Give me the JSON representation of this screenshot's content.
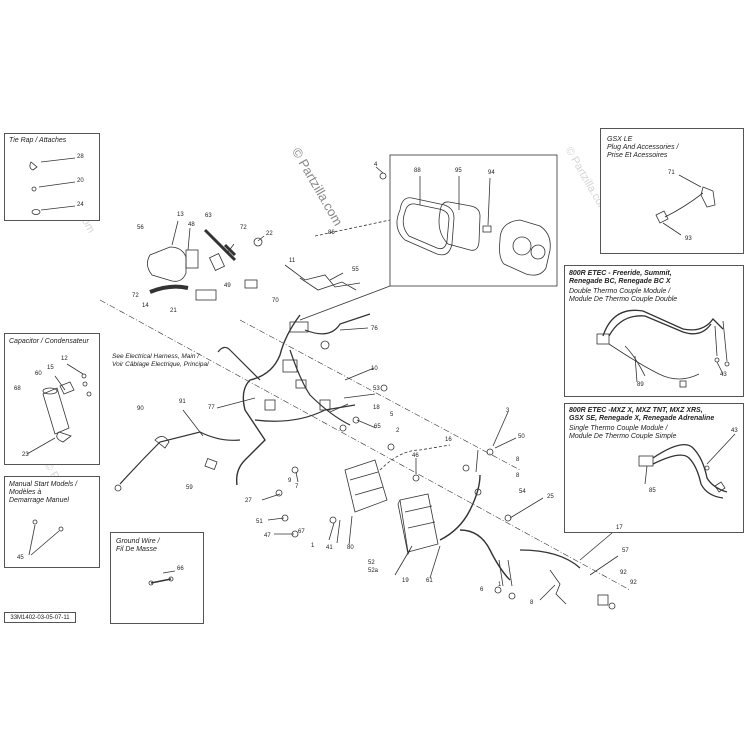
{
  "watermark": {
    "main": "© Partzilla.com",
    "faint": "© Partzilla.com"
  },
  "footer_code": "33M1402-03-05-07-11",
  "boxes": {
    "tie_rap": {
      "title": "Tie Rap / Attaches",
      "labels": [
        "28",
        "20",
        "24"
      ]
    },
    "capacitor": {
      "title": "Capacitor / Condensateur",
      "labels": [
        "12",
        "15",
        "60",
        "68",
        "23"
      ]
    },
    "manual_start": {
      "title": "Manual Start Models /\nModèles à\nDemarrage Manuel",
      "labels": [
        "45"
      ]
    },
    "ground_wire": {
      "title": "Ground Wire /\nFil De Masse",
      "labels": [
        "66"
      ]
    },
    "gsx_le": {
      "title": "GSX LE\nPlug And Accessories /\nPrise Et Acessoires",
      "labels": [
        "71",
        "93"
      ]
    },
    "etec_double": {
      "title": "800R ETEC - Freeride, Summit,\nRenegade BC, Renegade BC X",
      "subtitle": "Double Thermo Couple Module /\nModule De Thermo Couple Double",
      "labels": [
        "89",
        "43"
      ]
    },
    "etec_single": {
      "title": "800R ETEC -MXZ X, MXZ TNT, MXZ XRS,\nGSX SE, Renegade X, Renegade Adrenaline",
      "subtitle": "Single Thermo Couple Module /\nModule De Thermo Couple Simple",
      "labels": [
        "43",
        "85"
      ]
    }
  },
  "callout_harness": "See Electrical Harness, Main /\nVoir Câblage Electrique, Principal",
  "main_labels": [
    "4",
    "88",
    "95",
    "94",
    "86",
    "56",
    "13",
    "48",
    "63",
    "72",
    "22",
    "11",
    "55",
    "49",
    "70",
    "72",
    "14",
    "21",
    "76",
    "77",
    "10",
    "90",
    "91",
    "53",
    "18",
    "65",
    "5",
    "2",
    "3",
    "50",
    "16",
    "46",
    "8",
    "59",
    "9",
    "7",
    "27",
    "8",
    "51",
    "67",
    "47",
    "41",
    "1",
    "80",
    "52",
    "52a",
    "19",
    "61",
    "6",
    "54",
    "25",
    "17",
    "57",
    "92",
    "8",
    "92",
    "1"
  ]
}
